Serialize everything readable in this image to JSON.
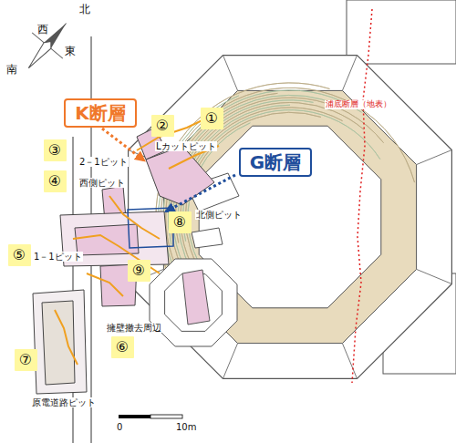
{
  "diagram": {
    "nodes": [
      {
        "text": [
          "K断層"
        ]
      },
      {
        "text": [
          "①"
        ]
      },
      {
        "text": [
          "②"
        ]
      },
      {
        "text": [
          "G断層"
        ]
      },
      {
        "text": [
          "③"
        ]
      },
      {
        "text": [
          "④"
        ]
      },
      {
        "text": [
          "⑧"
        ]
      },
      {
        "text": [
          "⑤"
        ]
      },
      {
        "text": [
          "⑨"
        ]
      },
      {
        "text": [
          "⑥"
        ]
      },
      {
        "text": [
          "⑦"
        ]
      }
    ],
    "labels": [
      "北",
      "西",
      "東",
      "南",
      "浦底断層（地表）",
      "Lカットピット",
      "2－1ピット",
      "西側ピット",
      "北側ピット",
      "1－1ピット",
      "擁壁撤去周辺",
      "原電道路ピット",
      "0",
      "10m"
    ]
  }
}
